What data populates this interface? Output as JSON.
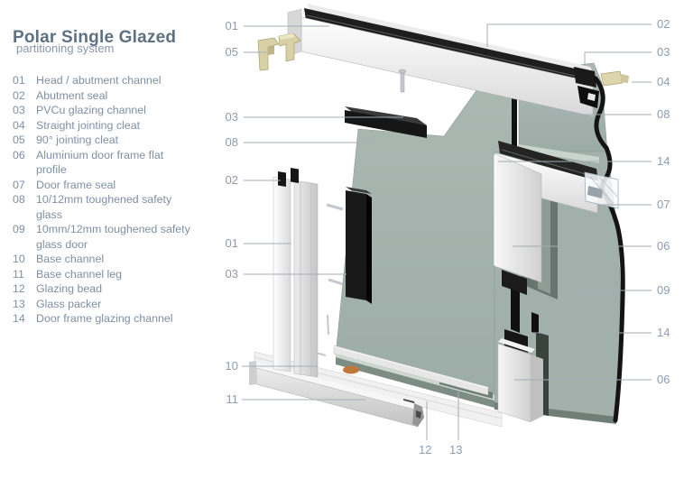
{
  "page": {
    "title": "Polar Single Glazed",
    "subtitle": "partitioning system"
  },
  "legend": {
    "items": [
      {
        "num": "01",
        "label": "Head / abutment channel"
      },
      {
        "num": "02",
        "label": "Abutment seal"
      },
      {
        "num": "03",
        "label": "PVCu glazing channel"
      },
      {
        "num": "04",
        "label": "Straight jointing cleat"
      },
      {
        "num": "05",
        "label": "90° jointing cleat"
      },
      {
        "num": "06",
        "label": "Aluminium door frame flat profile"
      },
      {
        "num": "07",
        "label": "Door frame seal"
      },
      {
        "num": "08",
        "label": "10/12mm toughened safety glass"
      },
      {
        "num": "09",
        "label": "10mm/12mm toughened safety glass door"
      },
      {
        "num": "10",
        "label": "Base channel"
      },
      {
        "num": "11",
        "label": "Base channel leg"
      },
      {
        "num": "12",
        "label": "Glazing bead"
      },
      {
        "num": "13",
        "label": "Glass packer"
      },
      {
        "num": "14",
        "label": "Door frame glazing channel"
      }
    ]
  },
  "callouts": [
    {
      "text": "01",
      "refers_to": "Head / abutment channel"
    },
    {
      "text": "05",
      "refers_to": "90° jointing cleat"
    },
    {
      "text": "03",
      "refers_to": "PVCu glazing channel"
    },
    {
      "text": "08",
      "refers_to": "10/12mm toughened safety glass"
    },
    {
      "text": "02",
      "refers_to": "Abutment seal"
    },
    {
      "text": "01",
      "refers_to": "Head / abutment channel"
    },
    {
      "text": "03",
      "refers_to": "PVCu glazing channel"
    },
    {
      "text": "10",
      "refers_to": "Base channel"
    },
    {
      "text": "11",
      "refers_to": "Base channel leg"
    },
    {
      "text": "02",
      "refers_to": "Abutment seal"
    },
    {
      "text": "03",
      "refers_to": "PVCu glazing channel"
    },
    {
      "text": "04",
      "refers_to": "Straight jointing cleat"
    },
    {
      "text": "08",
      "refers_to": "10/12mm toughened safety glass"
    },
    {
      "text": "14",
      "refers_to": "Door frame glazing channel"
    },
    {
      "text": "07",
      "refers_to": "Door frame seal"
    },
    {
      "text": "06",
      "refers_to": "Aluminium door frame flat profile"
    },
    {
      "text": "09",
      "refers_to": "10mm/12mm toughened safety glass door"
    },
    {
      "text": "14",
      "refers_to": "Door frame glazing channel"
    },
    {
      "text": "06",
      "refers_to": "Aluminium door frame flat profile"
    },
    {
      "text": "12",
      "refers_to": "Glazing bead"
    },
    {
      "text": "13",
      "refers_to": "Glass packer"
    }
  ],
  "colors": {
    "title_text": "#5e7183",
    "legend_text": "#7f8fa3",
    "callout_text": "#8d9cb2",
    "leader_line": "#a5adb5",
    "glass": "#a4b3ad",
    "glass_edge_dark": "#6f7f78",
    "aluminium_light": "#f6f6f6",
    "aluminium_mid": "#d8d8d8",
    "seal_black": "#161616",
    "cleat_beige": "#d9d1a6",
    "packer_orange": "#c0773a"
  }
}
